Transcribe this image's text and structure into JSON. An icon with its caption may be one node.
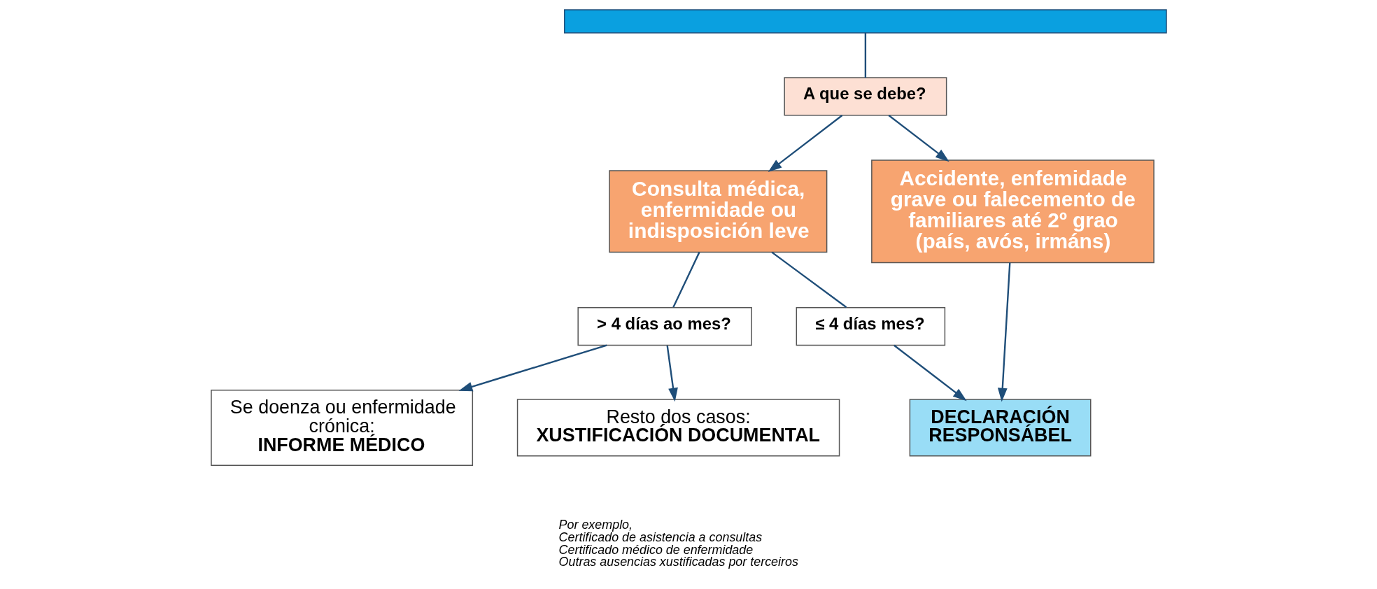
{
  "diagram": {
    "nodes": [
      {
        "text": [],
        "shape": "box"
      },
      {
        "text": [
          "A que se debe?"
        ]
      },
      {
        "text": [
          "Consulta médica, enfermidade ou indisposición leve"
        ]
      },
      {
        "text": [
          "Accidente, enfemidade grave ou falecemento de familiares até 2º grao (país, avós, irmáns)"
        ]
      },
      {
        "text": [
          "> 4 días ao mes?"
        ]
      },
      {
        "text": [
          "≤ 4 días mes?"
        ]
      },
      {
        "text": [
          "Se doenza ou enfermidade crónica:",
          "INFORME MÉDICO"
        ]
      },
      {
        "text": [
          "Resto dos casos:",
          "XUSTIFICACIÓN DOCUMENTAL"
        ],
        "beside": [
          "Por exemplo,",
          "Certificado de asistencia a consultas",
          "Certificado médico de enfermidade",
          "Outras ausencias xustificadas por terceiros"
        ]
      },
      {
        "text": [
          "DECLARACIÓN RESPONSÁBEL"
        ]
      }
    ],
    "edges": [
      {
        "from": 0,
        "to": 1,
        "arrow": "none"
      },
      {
        "from": 1,
        "to": 2,
        "arrow": "to"
      },
      {
        "from": 1,
        "to": 3,
        "arrow": "to"
      },
      {
        "from": 2,
        "to": 4,
        "arrow": "none"
      },
      {
        "from": 2,
        "to": 5,
        "arrow": "none"
      },
      {
        "from": 4,
        "to": 6,
        "arrow": "to"
      },
      {
        "from": 4,
        "to": 7,
        "arrow": "to"
      },
      {
        "from": 5,
        "to": 8,
        "arrow": "to"
      },
      {
        "from": 3,
        "to": 8,
        "arrow": "to"
      }
    ]
  }
}
